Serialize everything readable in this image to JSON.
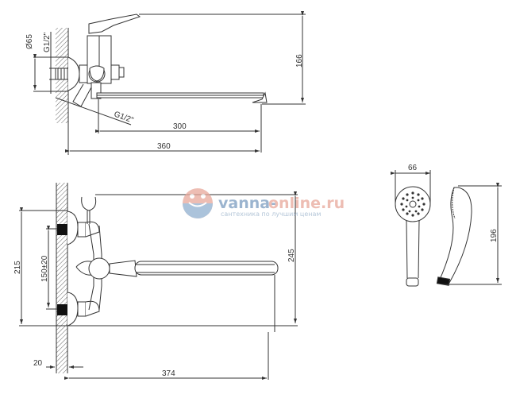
{
  "title": "Bath/shower mixer technical drawing",
  "views": {
    "top": {
      "dims": {
        "d65": "Ø65",
        "g12_inlet": "G1/2\"",
        "g12_outlet": "G1/2\"",
        "h166": "166",
        "l300": "300",
        "l360": "360"
      }
    },
    "front": {
      "dims": {
        "h215": "215",
        "c150": "150±20",
        "h245": "245",
        "w20": "20",
        "l374": "374"
      }
    },
    "shower_head": {
      "dims": {
        "w66": "66",
        "h196": "196"
      }
    }
  },
  "watermark": {
    "brand_part1": "vanna-",
    "brand_part2": "online.ru",
    "tagline": "сантехника по лучшим ценам",
    "color_blue": "#7a9cc0",
    "color_red": "#e8a79a"
  },
  "colors": {
    "line": "#333333",
    "hatch": "#555555",
    "fill_dark": "#111111"
  }
}
